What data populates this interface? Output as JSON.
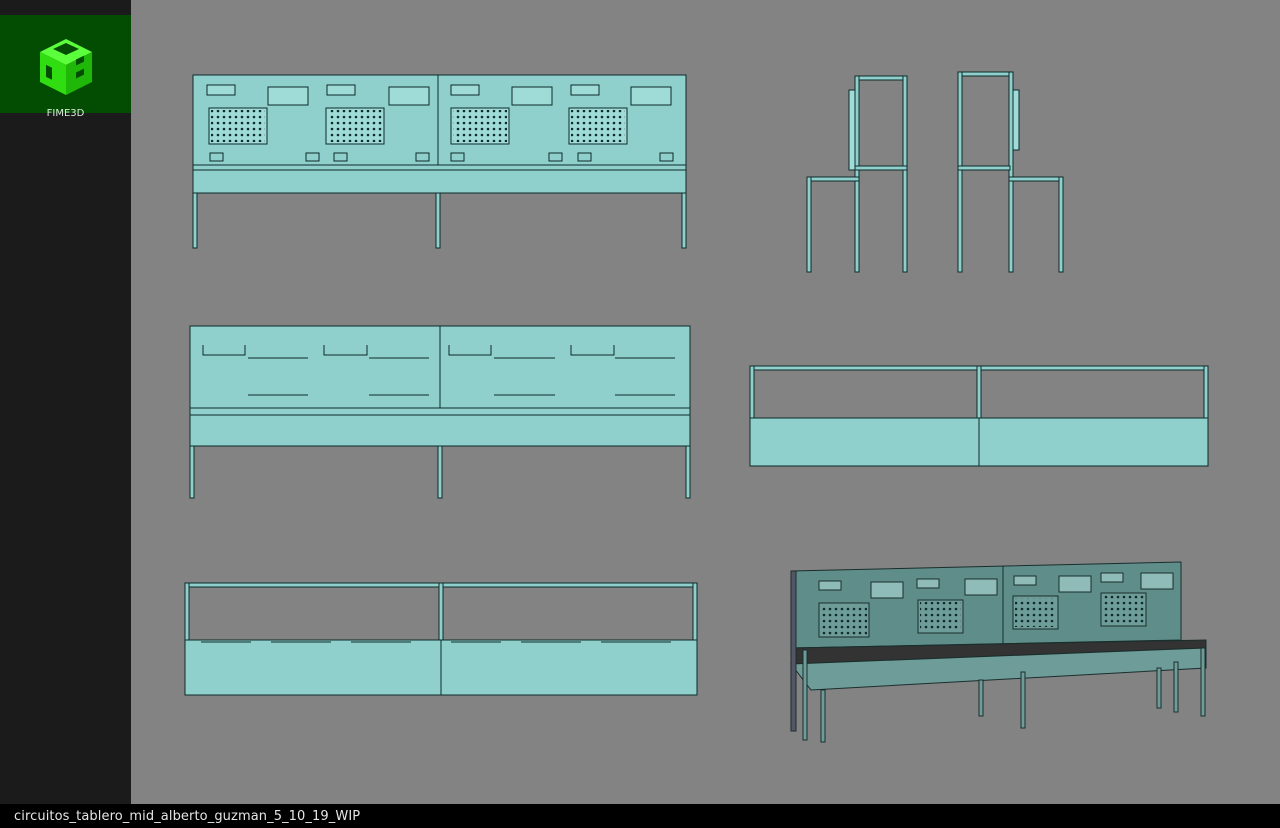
{
  "brand": {
    "name": "FIME3D",
    "icon": "fime3d-cube-logo-icon",
    "accent": "#39ff14",
    "panel_color": "#024d02"
  },
  "footer": {
    "caption": "circuitos_tablero_mid_alberto_guzman_5_10_19_WIP"
  },
  "colors": {
    "viewport_bg": "#838383",
    "model_fill": "#8fd0cc",
    "wire": "#0e2a2a",
    "shaded": "#5f8e8a"
  },
  "views": [
    {
      "name": "front-view-wireframe"
    },
    {
      "name": "side-views-wireframe"
    },
    {
      "name": "back-view-wireframe"
    },
    {
      "name": "side-rail-view-wireframe"
    },
    {
      "name": "top-view-wireframe"
    },
    {
      "name": "perspective-shaded-view"
    }
  ]
}
